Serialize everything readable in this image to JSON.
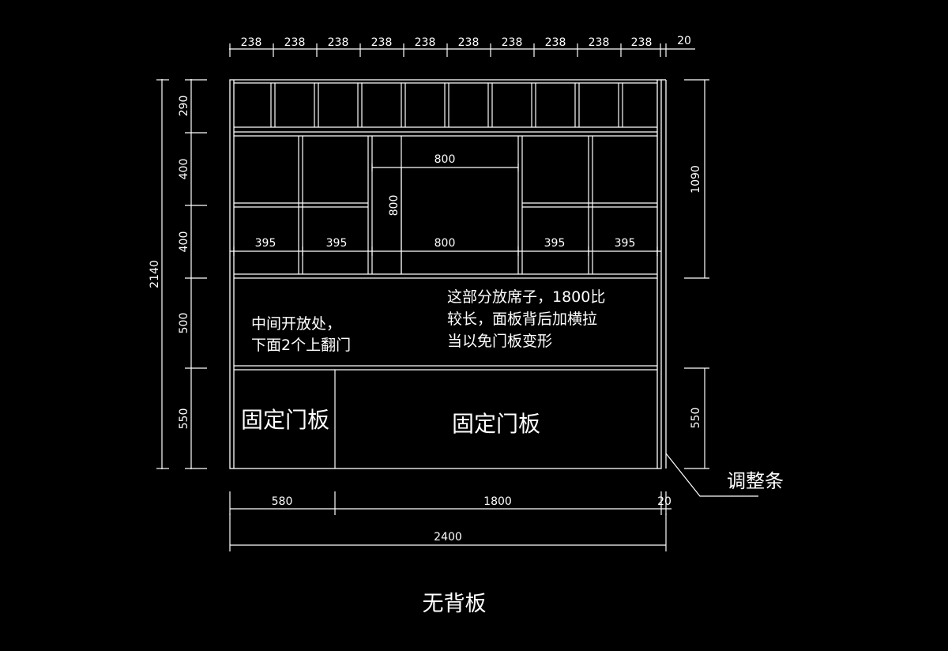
{
  "colors": {
    "background": "#000000",
    "line": "#ffffff"
  },
  "top_dims": {
    "cells": [
      "238",
      "238",
      "238",
      "238",
      "238",
      "238",
      "238",
      "238",
      "238",
      "238"
    ],
    "end": "20"
  },
  "left_dims": {
    "rows": [
      "290",
      "400",
      "400",
      "500",
      "550"
    ],
    "total": "2140"
  },
  "right_dims": {
    "upper": "1090",
    "lower": "550"
  },
  "inner_dims": {
    "tv_width_top": "800",
    "tv_height": "800",
    "row_widths": [
      "395",
      "395",
      "800",
      "395",
      "395"
    ]
  },
  "bottom_dims": {
    "left": "580",
    "middle": "1800",
    "end": "20",
    "total": "2400"
  },
  "notes": {
    "open_area_line1": "中间开放处，",
    "open_area_line2": "下面2个上翻门",
    "storage_line1": "这部分放席子，1800比",
    "storage_line2": "较长，面板背后加横拉",
    "storage_line3": "当以免门板变形"
  },
  "panels": {
    "left": "固定门板",
    "right": "固定门板"
  },
  "leader_label": "调整条",
  "caption": "无背板"
}
